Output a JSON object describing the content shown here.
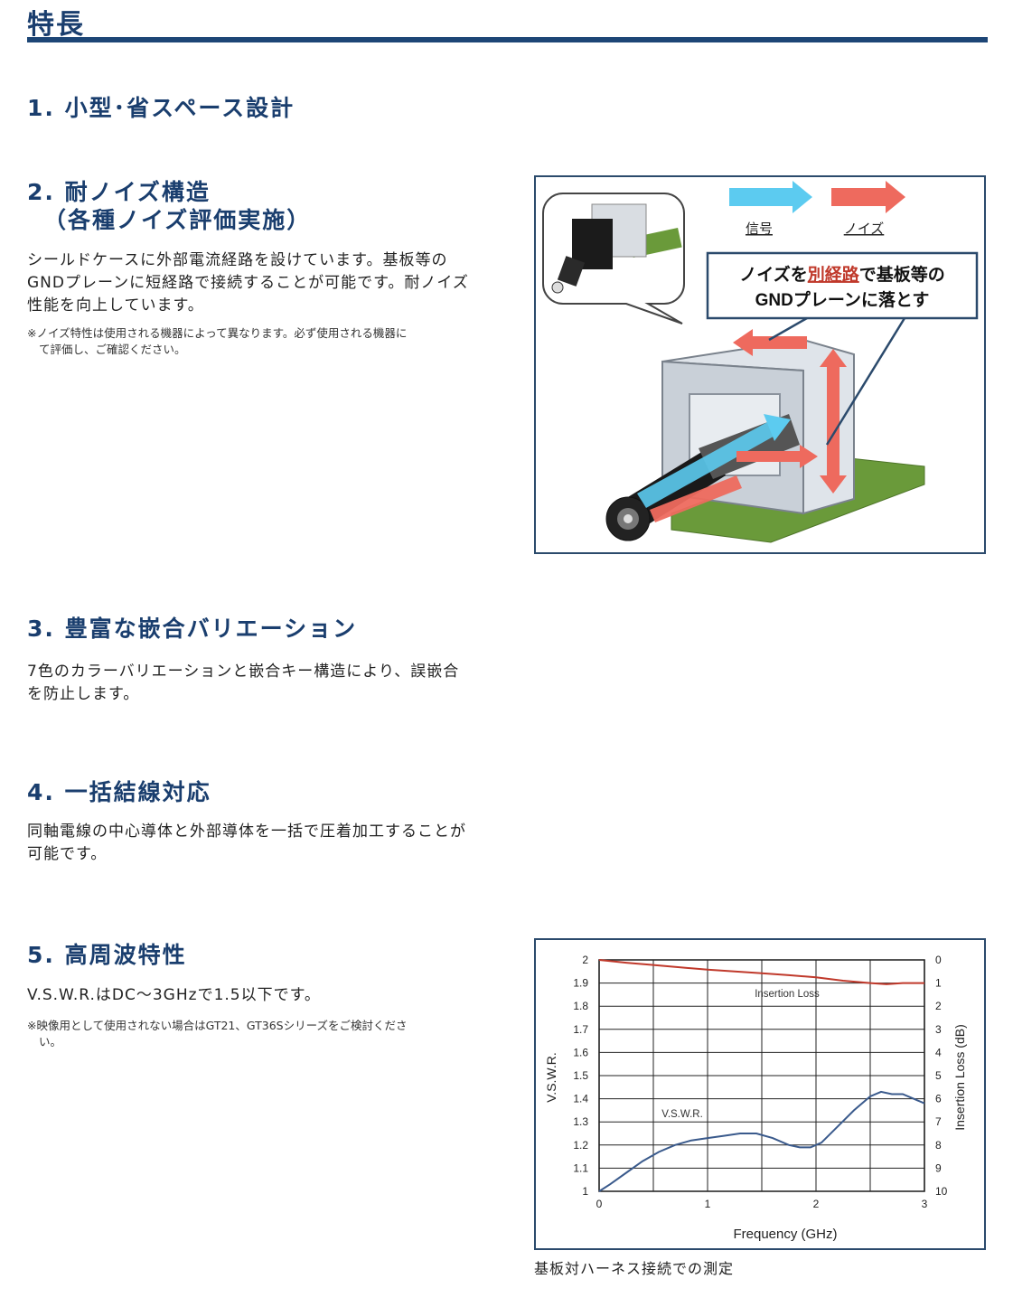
{
  "page": {
    "title": "特長"
  },
  "sections": [
    {
      "heading": "1. 小型･省スペース設計"
    },
    {
      "heading_line1": "2. 耐ノイズ構造",
      "heading_line2": "（各種ノイズ評価実施）",
      "body": "シールドケースに外部電流経路を設けています。基板等のGNDプレーンに短経路で接続することが可能です。耐ノイズ性能を向上しています。",
      "note_line1": "※ノイズ特性は使用される機器によって異なります。必ず使用される機器に",
      "note_line2": "て評価し、ご確認ください。"
    },
    {
      "heading": "3. 豊富な嵌合バリエーション",
      "body": "7色のカラーバリエーションと嵌合キー構造により、誤嵌合を防止します。"
    },
    {
      "heading": "4. 一括結線対応",
      "body": "同軸電線の中心導体と外部導体を一括で圧着加工することが可能です。"
    },
    {
      "heading": "5. 高周波特性",
      "body": "V.S.W.R.はDC～3GHzで1.5以下です。",
      "note_line1": "※映像用として使用されない場合はGT21、GT36Sシリーズをご検討くださ",
      "note_line2": "い。"
    }
  ],
  "noise_figure": {
    "legend_signal": "信号",
    "legend_noise": "ノイズ",
    "callout_part1": "ノイズを",
    "callout_highlight": "別経路",
    "callout_part2": "で基板等の",
    "callout_line2": "GNDプレーンに落とす",
    "colors": {
      "signal": "#5ccbf0",
      "noise": "#ee6a5e",
      "frame": "#2b4a6c",
      "board": "#6a9a3a"
    }
  },
  "chart_data": {
    "type": "line",
    "xlabel": "Frequency (GHz)",
    "ylabel": "V.S.W.R.",
    "y2label": "Insertion Loss (dB)",
    "xlim": [
      0,
      3
    ],
    "ylim": [
      1,
      2
    ],
    "y2lim": [
      10,
      0
    ],
    "x_ticks": [
      "0",
      "1",
      "2",
      "3"
    ],
    "y_ticks": [
      "1",
      "1.1",
      "1.2",
      "1.3",
      "1.4",
      "1.5",
      "1.6",
      "1.7",
      "1.8",
      "1.9",
      "2"
    ],
    "y2_ticks": [
      "10",
      "9",
      "8",
      "7",
      "6",
      "5",
      "4",
      "3",
      "2",
      "1",
      "0"
    ],
    "grid": true,
    "series": [
      {
        "name": "Insertion Loss",
        "axis": "right",
        "color": "#c0392b",
        "x": [
          0,
          0.25,
          0.5,
          0.75,
          1.0,
          1.25,
          1.5,
          1.75,
          2.0,
          2.25,
          2.5,
          2.65,
          2.8,
          3.0
        ],
        "values": [
          0.0,
          0.12,
          0.22,
          0.32,
          0.42,
          0.5,
          0.58,
          0.66,
          0.75,
          0.9,
          1.0,
          1.05,
          1.0,
          1.0
        ]
      },
      {
        "name": "V.S.W.R.",
        "axis": "left",
        "color": "#3a5a8c",
        "x": [
          0,
          0.1,
          0.25,
          0.4,
          0.55,
          0.7,
          0.85,
          1.0,
          1.15,
          1.3,
          1.45,
          1.6,
          1.75,
          1.85,
          1.95,
          2.05,
          2.2,
          2.35,
          2.5,
          2.6,
          2.7,
          2.8,
          2.9,
          3.0
        ],
        "values": [
          1.0,
          1.03,
          1.08,
          1.13,
          1.17,
          1.2,
          1.22,
          1.23,
          1.24,
          1.25,
          1.25,
          1.23,
          1.2,
          1.19,
          1.19,
          1.21,
          1.28,
          1.35,
          1.41,
          1.43,
          1.42,
          1.42,
          1.4,
          1.38
        ]
      }
    ]
  },
  "chart_caption": "基板対ハーネス接続での測定"
}
